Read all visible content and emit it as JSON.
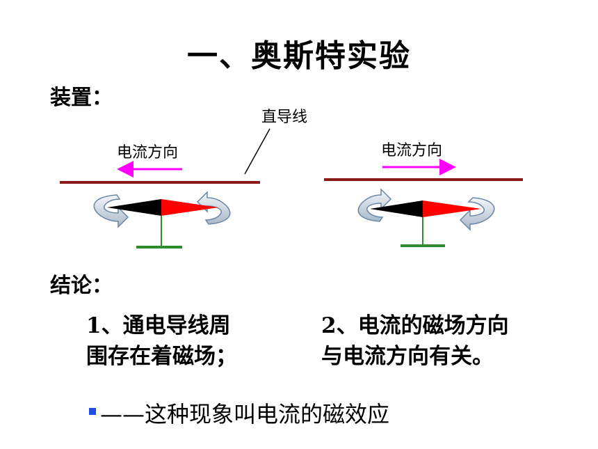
{
  "title": "一、奥斯特实验",
  "apparatus_label": "装置：",
  "wire_label": "直导线",
  "left_setup": {
    "current_label": "电流方向"
  },
  "right_setup": {
    "current_label": "电流方向"
  },
  "conclusion_label": "结论：",
  "conclusions": [
    {
      "line1": "1、通电导线周",
      "line2": "围存在着磁场；"
    },
    {
      "line1": "2、电流的磁场方向",
      "line2": "与电流方向有关。"
    }
  ],
  "effect": "——这种现象叫电流的磁效应",
  "colors": {
    "wire": "#8b1a1a",
    "arrow": "#ff00ff",
    "needle_red": "#ff0000",
    "needle_black": "#000000",
    "stand": "#2e8b2e",
    "rotation_arrow": "#c8d4e0",
    "bullet": "#1f4ee6"
  }
}
